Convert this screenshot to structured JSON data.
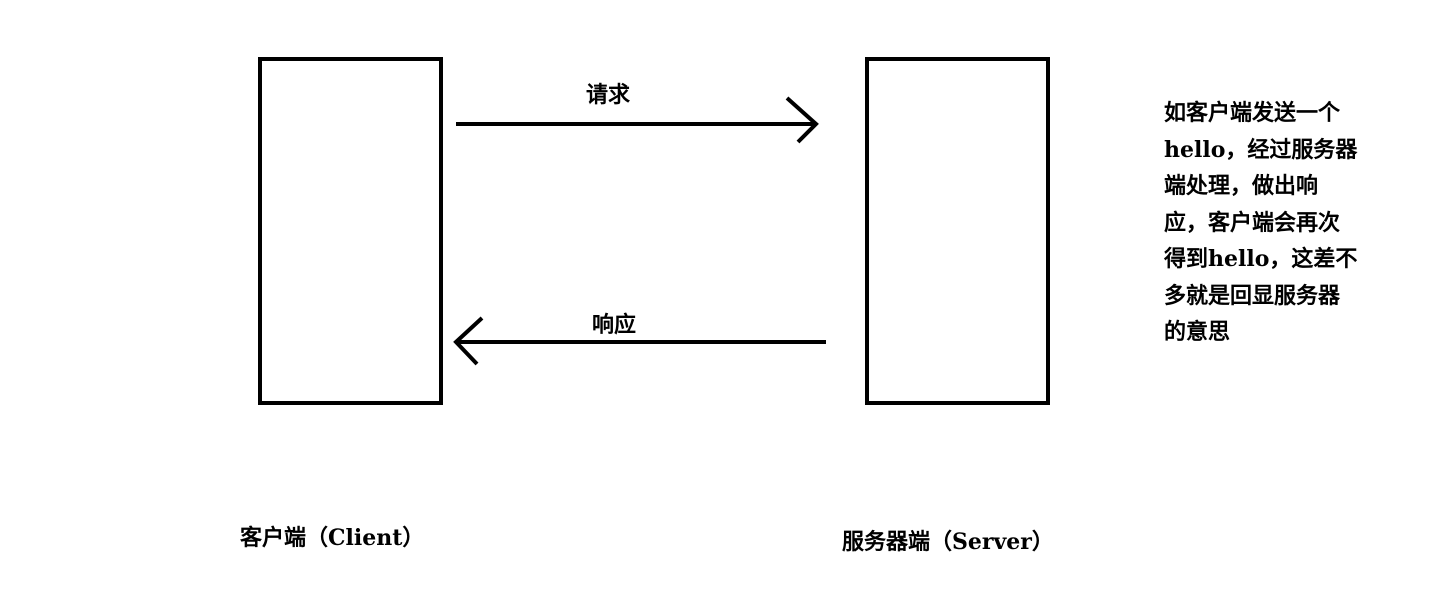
{
  "diagram": {
    "request_label": "请求",
    "response_label": "响应",
    "client_label": "客户端（Client）",
    "server_label": "服务器端（Server）",
    "note_lines": [
      "如客户端发送一个",
      "hello，经过服务器",
      "端处理，做出响",
      "应，客户端会再次",
      "得到hello，这差不",
      "多就是回显服务器",
      "的意思"
    ]
  },
  "colors": {
    "stroke": "#000000",
    "background": "#ffffff"
  }
}
